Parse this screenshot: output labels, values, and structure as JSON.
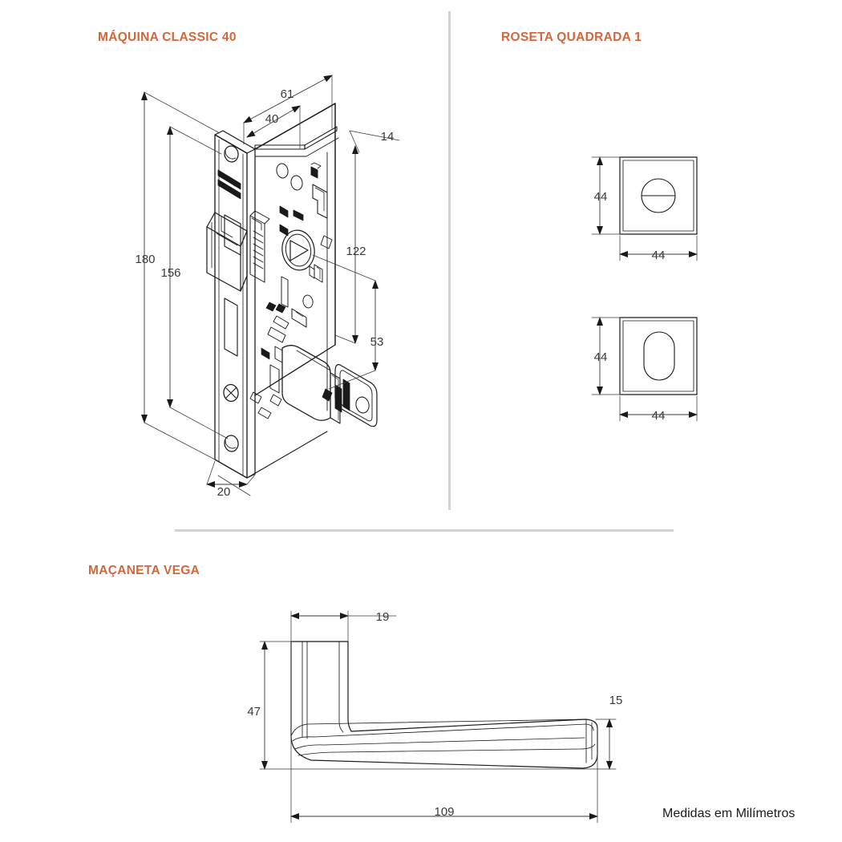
{
  "document": {
    "footer_note": "Medidas em Milímetros",
    "accent_color": "#d4663c",
    "line_color": "#1a1a1a",
    "dim_color": "#3a3a3a",
    "divider_color": "#d3d3d3"
  },
  "sections": {
    "lock": {
      "title": "MÁQUINA CLASSIC 40",
      "dimensions": {
        "d61": "61",
        "d40": "40",
        "d14": "14",
        "d122": "122",
        "d180": "180",
        "d156": "156",
        "d53": "53",
        "d20": "20"
      }
    },
    "rosette": {
      "title": "ROSETA QUADRADA 1",
      "top_plate": {
        "height_label": "44",
        "width_label": "44"
      },
      "bottom_plate": {
        "height_label": "44",
        "width_label": "44"
      }
    },
    "handle": {
      "title": "MAÇANETA VEGA",
      "dimensions": {
        "d19": "19",
        "d47": "47",
        "d15": "15",
        "d109": "109"
      }
    }
  }
}
